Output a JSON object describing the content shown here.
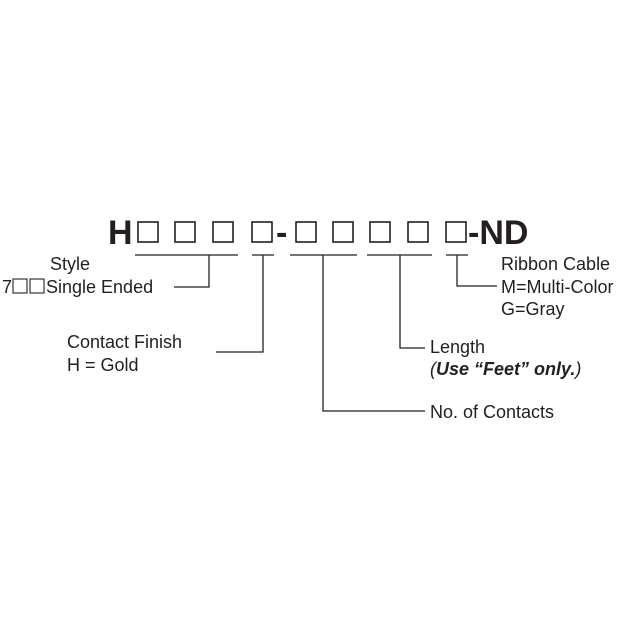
{
  "part_number": {
    "prefix": "H",
    "separator": "-",
    "suffix": "-ND"
  },
  "callouts": {
    "style": {
      "title": "Style",
      "code_prefix": "7",
      "code_desc": "Single Ended"
    },
    "contact_finish": {
      "title": "Contact Finish",
      "option": "H = Gold"
    },
    "no_of_contacts": {
      "title": "No. of Contacts"
    },
    "length": {
      "title": "Length",
      "open_paren": "(",
      "note": "Use “Feet” only.",
      "close_paren": ")"
    },
    "ribbon_cable": {
      "title": "Ribbon Cable",
      "option_m": "M=Multi-Color",
      "option_g": "G=Gray"
    }
  }
}
